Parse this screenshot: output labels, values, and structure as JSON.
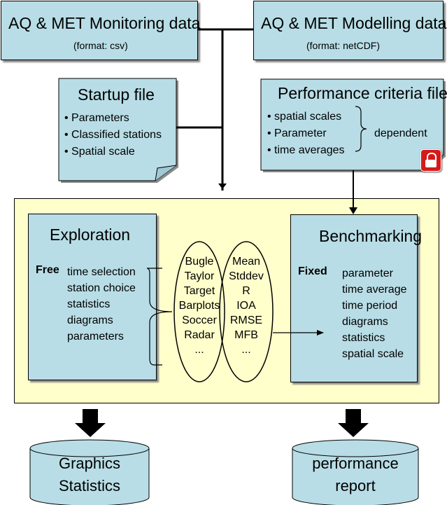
{
  "monitoring": {
    "title": "AQ & MET Monitoring data",
    "format": "(format: csv)"
  },
  "modelling": {
    "title": "AQ & MET Modelling data",
    "format": "(format: netCDF)"
  },
  "startup": {
    "title": "Startup file",
    "items": [
      "• Parameters",
      "• Classified stations",
      "• Spatial scale"
    ]
  },
  "performance": {
    "title": "Performance criteria file",
    "items": [
      "• spatial scales",
      "• Parameter",
      "• time averages"
    ],
    "brace_label": "dependent",
    "lock_icon": "lock-icon"
  },
  "exploration": {
    "title": "Exploration",
    "free_label": "Free",
    "items": [
      "time selection",
      "station choice",
      "statistics",
      "diagrams",
      "parameters"
    ]
  },
  "diagrams_list": [
    "Bugle",
    "Taylor",
    "Target",
    "Barplots",
    "Soccer",
    "Radar",
    "..."
  ],
  "statistics_list": [
    "Mean",
    "Stddev",
    "R",
    "IOA",
    "RMSE",
    "MFB",
    "..."
  ],
  "benchmarking": {
    "title": "Benchmarking",
    "fixed_label": "Fixed",
    "items": [
      "parameter",
      "time average",
      "time period",
      "diagrams",
      "statistics",
      "spatial scale"
    ]
  },
  "outputs": {
    "left": [
      "Graphics",
      "Statistics"
    ],
    "right": [
      "performance",
      "report"
    ]
  },
  "colors": {
    "box_fill": "#b8dde6",
    "panel_fill": "#ffffcc",
    "lock": "#d41a1a"
  }
}
